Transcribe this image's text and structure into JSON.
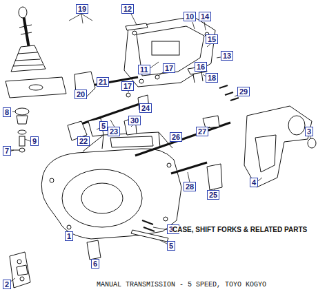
{
  "diagram": {
    "title": "CASE, SHIFT FORKS & RELATED PARTS",
    "caption": "MANUAL TRANSMISSION - 5 SPEED, TOYO KOGYO",
    "labels": [
      "19",
      "12",
      "10",
      "14",
      "15",
      "13",
      "17",
      "11",
      "16",
      "18",
      "21",
      "17",
      "20",
      "24",
      "29",
      "8",
      "5",
      "30",
      "23",
      "26",
      "27",
      "3",
      "22",
      "9",
      "7",
      "4",
      "28",
      "25",
      "31",
      "5",
      "1",
      "6",
      "2"
    ]
  }
}
